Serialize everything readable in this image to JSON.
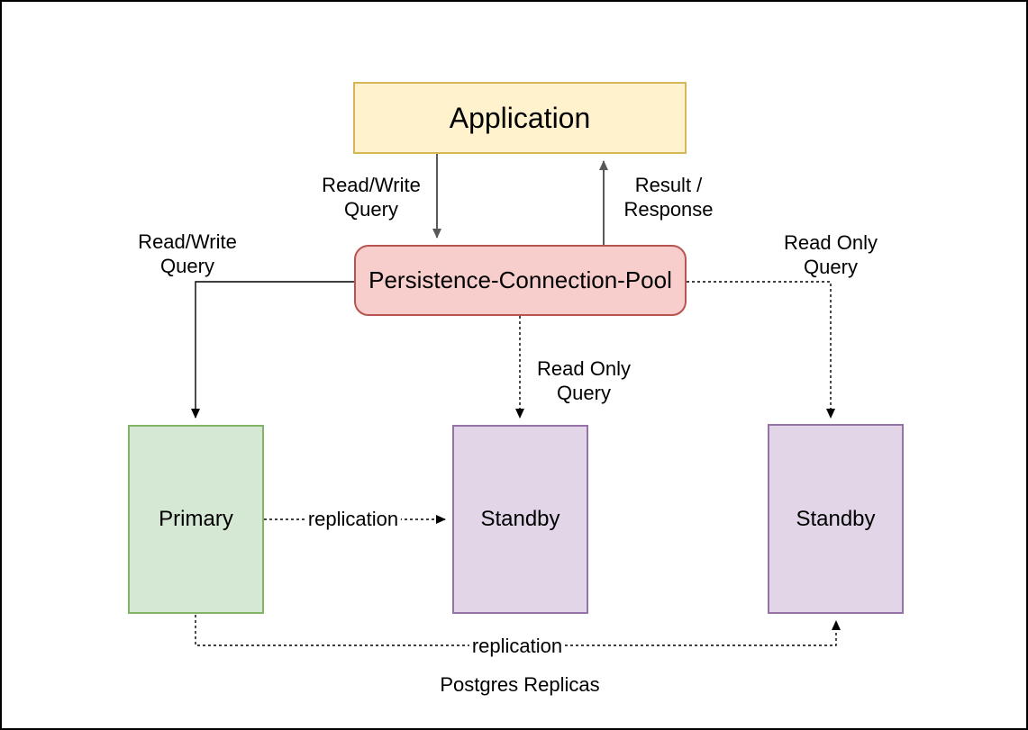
{
  "diagram": {
    "nodes": {
      "application": {
        "label": "Application",
        "fill": "#FFF2CC",
        "border": "#D6B656"
      },
      "pool": {
        "label": "Persistence-Connection-Pool",
        "fill": "#F8CECC",
        "border": "#B85450"
      },
      "primary": {
        "label": "Primary",
        "fill": "#D5E8D4",
        "border": "#82B366"
      },
      "standby_middle": {
        "label": "Standby",
        "fill": "#E1D5E7",
        "border": "#9673A6"
      },
      "standby_right": {
        "label": "Standby",
        "fill": "#E1D5E7",
        "border": "#9673A6"
      }
    },
    "edge_labels": {
      "app_to_pool": "Read/Write\nQuery",
      "pool_to_app": "Result /\nResponse",
      "pool_to_primary": "Read/Write\nQuery",
      "pool_to_standby_middle": "Read Only\nQuery",
      "pool_to_standby_right": "Read Only\nQuery",
      "primary_to_standby_middle": "replication",
      "primary_to_standby_right": "replication"
    },
    "caption": "Postgres Replicas",
    "edge_colors": {
      "app_pool_arrows": "#595959",
      "default": "#000000"
    }
  }
}
